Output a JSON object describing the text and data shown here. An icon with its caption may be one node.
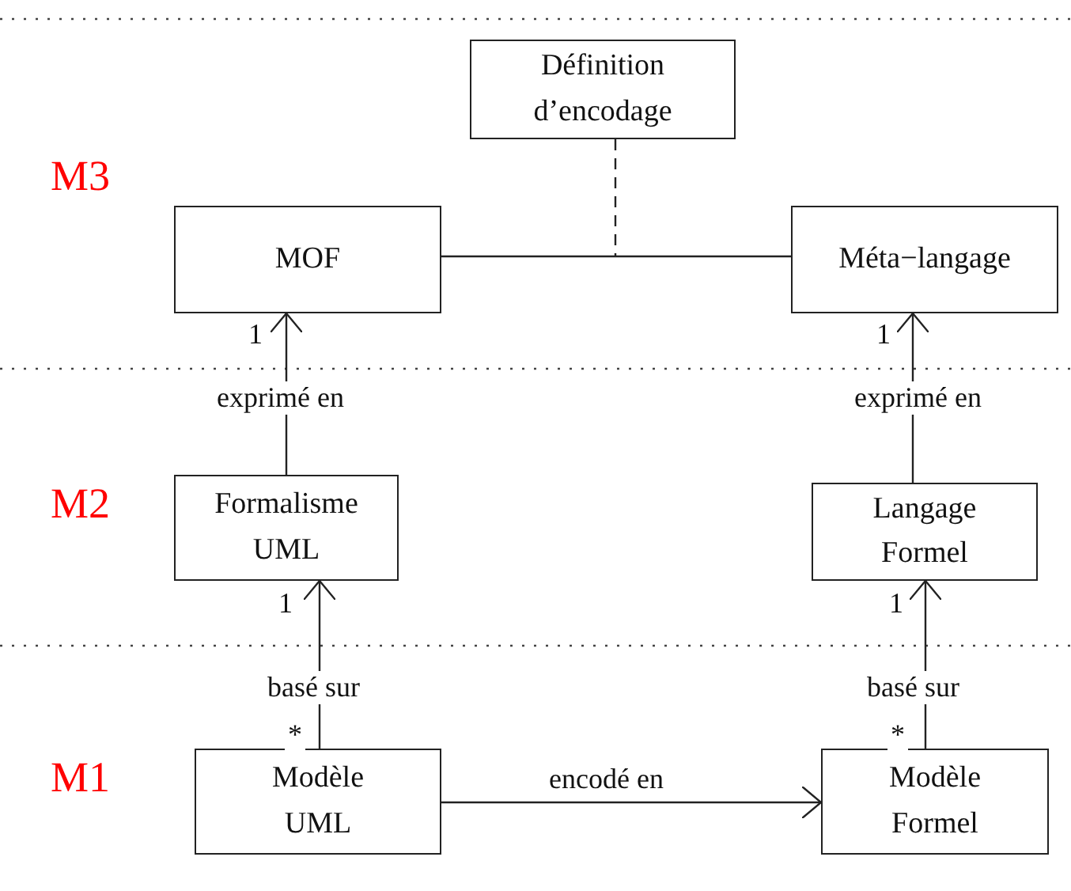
{
  "diagram": {
    "nodes": [
      {
        "text": [
          "Définition d’encodage"
        ]
      },
      {
        "text": [
          "MOF"
        ]
      },
      {
        "text": [
          "Méta−langage"
        ]
      },
      {
        "text": [
          "Formalisme UML"
        ]
      },
      {
        "text": [
          "Langage Formel"
        ]
      },
      {
        "text": [
          "Modèle UML"
        ]
      },
      {
        "text": [
          "Modèle Formel"
        ]
      }
    ],
    "edges": [
      {
        "from": 1,
        "to": 2,
        "arrow": "none"
      },
      {
        "from": 0,
        "to": null,
        "arrow": "none",
        "style": "dashed"
      },
      {
        "from": 3,
        "to": 1,
        "arrow": "to",
        "label": "exprimé en"
      },
      {
        "from": 4,
        "to": 2,
        "arrow": "to",
        "label": "exprimé en"
      },
      {
        "from": 5,
        "to": 3,
        "arrow": "to",
        "label": "basé sur"
      },
      {
        "from": 6,
        "to": 4,
        "arrow": "to",
        "label": "basé sur"
      },
      {
        "from": 5,
        "to": 6,
        "arrow": "to",
        "label": "encodé en"
      }
    ],
    "labels": [
      "M3",
      "1",
      "1",
      "M2",
      "1",
      "1",
      "*",
      "*",
      "M1"
    ]
  }
}
